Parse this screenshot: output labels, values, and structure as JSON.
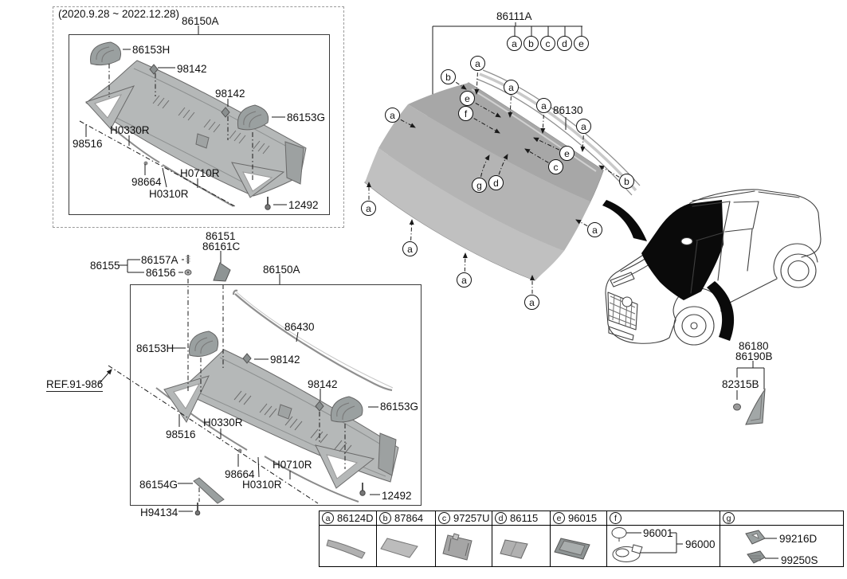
{
  "note": {
    "date_range": "(2020.9.28 ~ 2022.12.28)"
  },
  "early_cowl": {
    "assembly": "86150A",
    "side_cover_lh": "86153H",
    "clip_front": "98142",
    "clip_rear": "98142",
    "side_cover_rh": "86153G",
    "weatherstrip_h0330r": "H0330R",
    "drain_hose": "98516",
    "grommet": "98664",
    "weatherstrip_h0310r": "H0310R",
    "weatherstrip_h0710r": "H0710R",
    "bolt": "12492"
  },
  "windshield": {
    "glass_assembly": "86111A",
    "molding": "86130",
    "bracket_callouts": [
      "a",
      "b",
      "c",
      "d",
      "e"
    ],
    "glass_callouts": [
      "b",
      "a",
      "e",
      "f",
      "a",
      "a",
      "a",
      "a",
      "e",
      "c",
      "g",
      "d",
      "b",
      "a",
      "a",
      "a",
      "a",
      "a"
    ]
  },
  "vehicle": {
    "garnish_assembly": "86180",
    "garnish": "86190B",
    "garnish_clip": "82315B"
  },
  "current_cowl": {
    "bracket_assembly": "86151",
    "bracket": "86161C",
    "screw_assembly": "86155",
    "screw": "86157A",
    "grommet_screw": "86156",
    "assembly": "86150A",
    "hood_weatherstrip": "86430",
    "side_cover_lh": "86153H",
    "clip_front": "98142",
    "clip_rear": "98142",
    "side_cover_rh": "86153G",
    "reference": "REF.91-986",
    "drain_hose": "98516",
    "weatherstrip_h0330r": "H0330R",
    "grommet": "98664",
    "weatherstrip_h0310r": "H0310R",
    "weatherstrip_h0710r": "H0710R",
    "side_strip": "86154G",
    "bolt_strip": "H94134",
    "bolt": "12492"
  },
  "legend": {
    "headers": [
      {
        "callout": "a",
        "part": "86124D"
      },
      {
        "callout": "b",
        "part": "87864"
      },
      {
        "callout": "c",
        "part": "97257U"
      },
      {
        "callout": "d",
        "part": "86115"
      },
      {
        "callout": "e",
        "part": "96015"
      },
      {
        "callout": "f",
        "part": ""
      },
      {
        "callout": "g",
        "part": ""
      }
    ],
    "cell_f": {
      "pad": "96001",
      "sensor_assembly": "96000"
    },
    "cell_g": {
      "clip_upper": "99216D",
      "clip_lower": "99250S"
    }
  },
  "colors": {
    "line": "#1a1a1a",
    "panel_gray": "#b5b8b8",
    "glass_gray": "#b0b0b0",
    "cover_gray": "#9aa0a0",
    "black_accent": "#0a0a0a"
  }
}
